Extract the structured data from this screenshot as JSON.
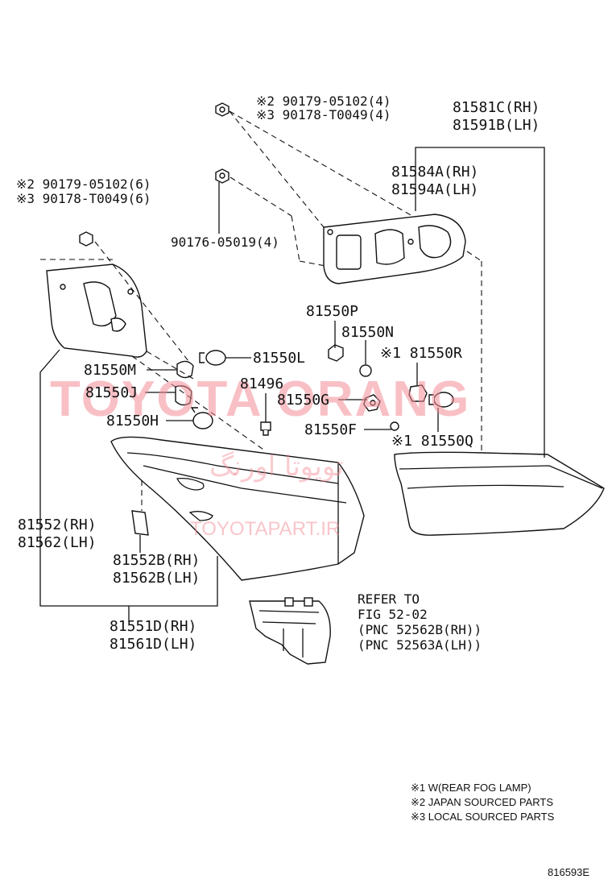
{
  "labels": {
    "bolt_top_a": "※2 90179-05102(4)",
    "bolt_top_b": "※3 90178-T0049(4)",
    "bolt_left_a": "※2 90179-05102(6)",
    "bolt_left_b": "※3 90178-T0049(6)",
    "nut_mid": "90176-05019(4)",
    "lamp_rh_outer": "81581C(RH)",
    "lamp_lh_outer": "81591B(LH)",
    "gasket_rh": "81584A(RH)",
    "gasket_lh": "81594A(LH)",
    "p_81550P": "81550P",
    "p_81550N": "81550N",
    "p_81550R": "※1 81550R",
    "p_81550L": "81550L",
    "p_81550M": "81550M",
    "p_81550J": "81550J",
    "p_81496": "81496",
    "p_81550G": "81550G",
    "p_81550H": "81550H",
    "p_81550F": "81550F",
    "p_81550Q": "※1 81550Q",
    "unit_rh": "81552(RH)",
    "unit_lh": "81562(LH)",
    "lens_rh": "81552B(RH)",
    "lens_lh": "81562B(LH)",
    "assy_rh": "81551D(RH)",
    "assy_lh": "81561D(LH)",
    "refer_1": "REFER TO",
    "refer_2": "FIG 52-02",
    "refer_3": "(PNC 52562B(RH))",
    "refer_4": "(PNC 52563A(LH))"
  },
  "notes": [
    "※1  W(REAR FOG LAMP)",
    "※2 JAPAN SOURCED PARTS",
    "※3 LOCAL SOURCED PARTS"
  ],
  "figure_code": "816593E",
  "watermark": {
    "brand": "TOYOTA ORANG",
    "farsi": "تویوتا اورنگ",
    "site": "TOYOTAPART.IR"
  }
}
